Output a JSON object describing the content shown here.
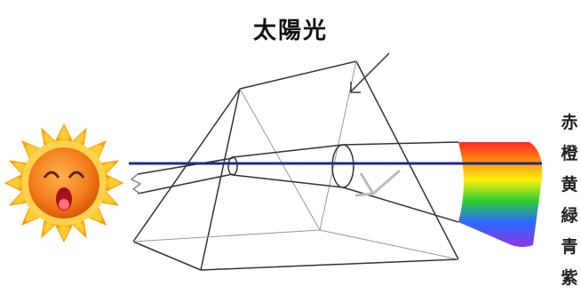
{
  "title": "太陽光",
  "spectrum_labels": [
    "赤",
    "橙",
    "黄",
    "緑",
    "青",
    "紫"
  ],
  "colors": {
    "beam": "#1f2a8a",
    "sun_rays": "#ffb300",
    "sun_face": "#f27a1a",
    "outline": "#555555",
    "spectrum": [
      "#ff1a1a",
      "#ff8a00",
      "#ffee00",
      "#22cc22",
      "#1e63ff",
      "#8a2be2"
    ]
  }
}
